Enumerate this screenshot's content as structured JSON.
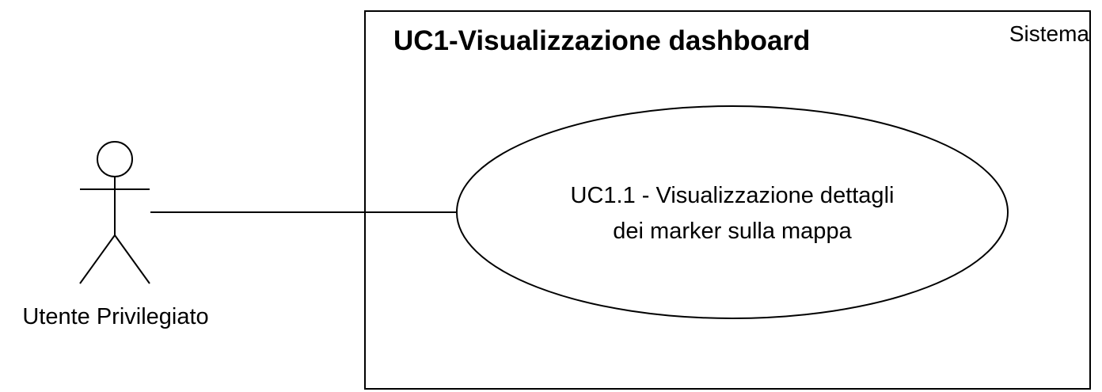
{
  "diagram": {
    "title": "UC1-Visualizzazione dashboard",
    "system_label": "Sistema"
  },
  "actor": {
    "name": "Utente Privilegiato"
  },
  "use_case": {
    "line1": "UC1.1 - Visualizzazione dettagli",
    "line2": "dei marker sulla mappa"
  },
  "colors": {
    "stroke": "#000000",
    "background": "#ffffff"
  }
}
